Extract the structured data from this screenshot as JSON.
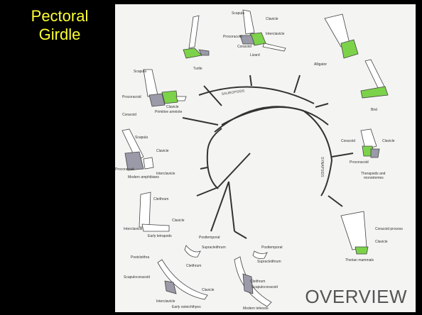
{
  "title": {
    "line1": "Pectoral",
    "line2": "Girdle"
  },
  "overview": "OVERVIEW",
  "clades": {
    "sauropsids": "SAUROPSIDS",
    "synapsids": "SYNAPSIDS"
  },
  "taxa": {
    "turtle": "Turtle",
    "lizard": "Lizard",
    "alligator": "Alligator",
    "bird": "Bird",
    "primitive_amniote": "Primitive amniote",
    "modern_amphibians": "Modern amphibians",
    "early_tetrapods": "Early tetrapods",
    "therapsids": "Therapsids and",
    "monotremes": "monotremes",
    "therian": "Therian mammals",
    "early_osteichthyes": "Early osteichthyes",
    "modern_teleosts": "Modern teleosts"
  },
  "parts": {
    "scapula": "Scapula",
    "clavicle": "Clavicle",
    "procoracoid": "Procoracoid",
    "coracoid": "Coracoid",
    "interclavicle": "Interclavicle",
    "cleithrum": "Cleithrum",
    "coracoid_process": "Coracoid process",
    "posttemporal": "Posttemporal",
    "supracleithrum": "Supracleithrum",
    "postcleithra": "Postcleithra",
    "scapulocoracoid": "Scapulocoracoid"
  },
  "colors": {
    "title": "#ffff33",
    "green": "#7cd34a",
    "gray": "#9a9aa8"
  }
}
